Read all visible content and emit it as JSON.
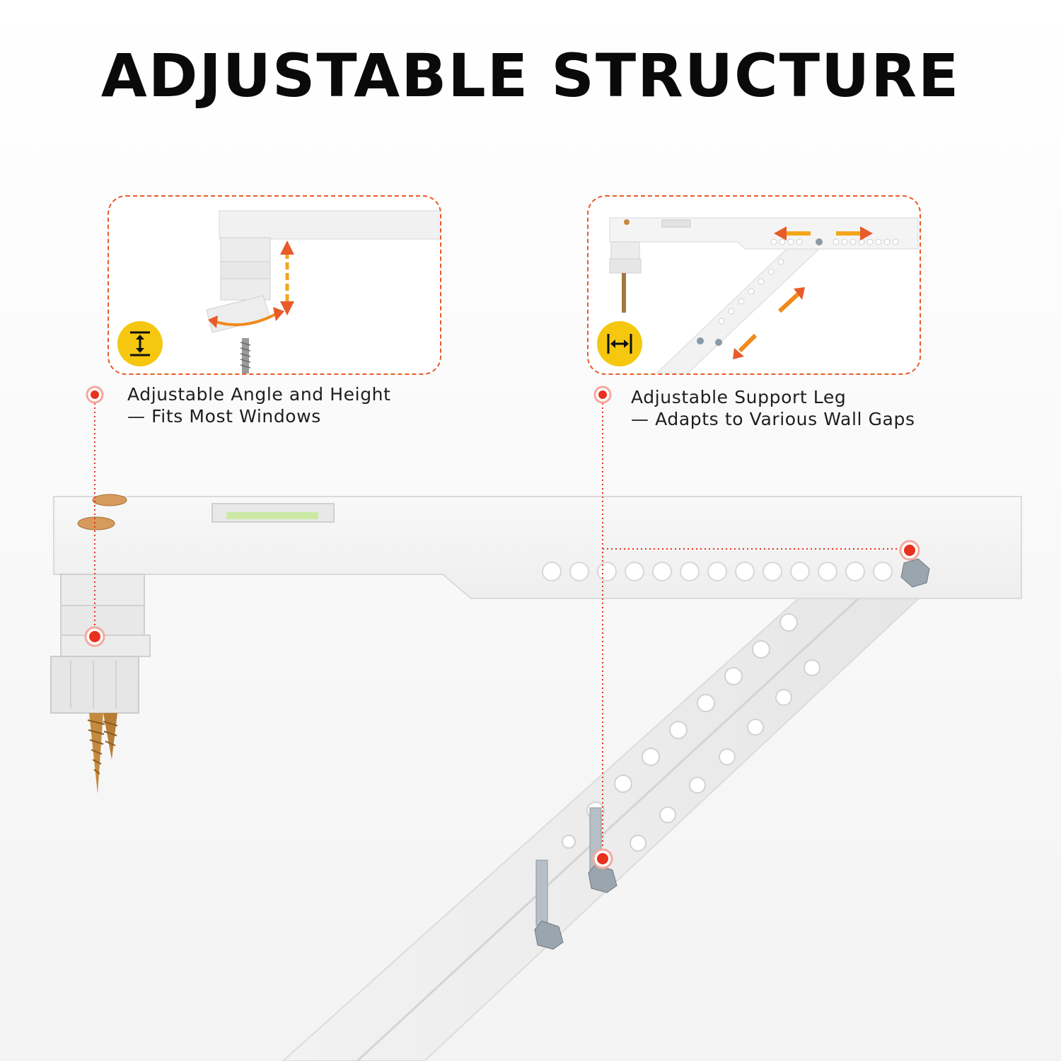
{
  "title": "ADJUSTABLE STRUCTURE",
  "features": [
    {
      "line1": "Adjustable Angle and Height",
      "line2": "— Fits Most Windows",
      "icon": "vertical-adjust-icon"
    },
    {
      "line1": "Adjustable Support Leg",
      "line2": "— Adapts to Various Wall Gaps",
      "icon": "horizontal-adjust-icon"
    }
  ],
  "colors": {
    "accent_orange": "#e85b2a",
    "marker_red": "#e8321e",
    "badge_yellow": "#f5c80f",
    "bracket_white": "#f4f4f4"
  }
}
